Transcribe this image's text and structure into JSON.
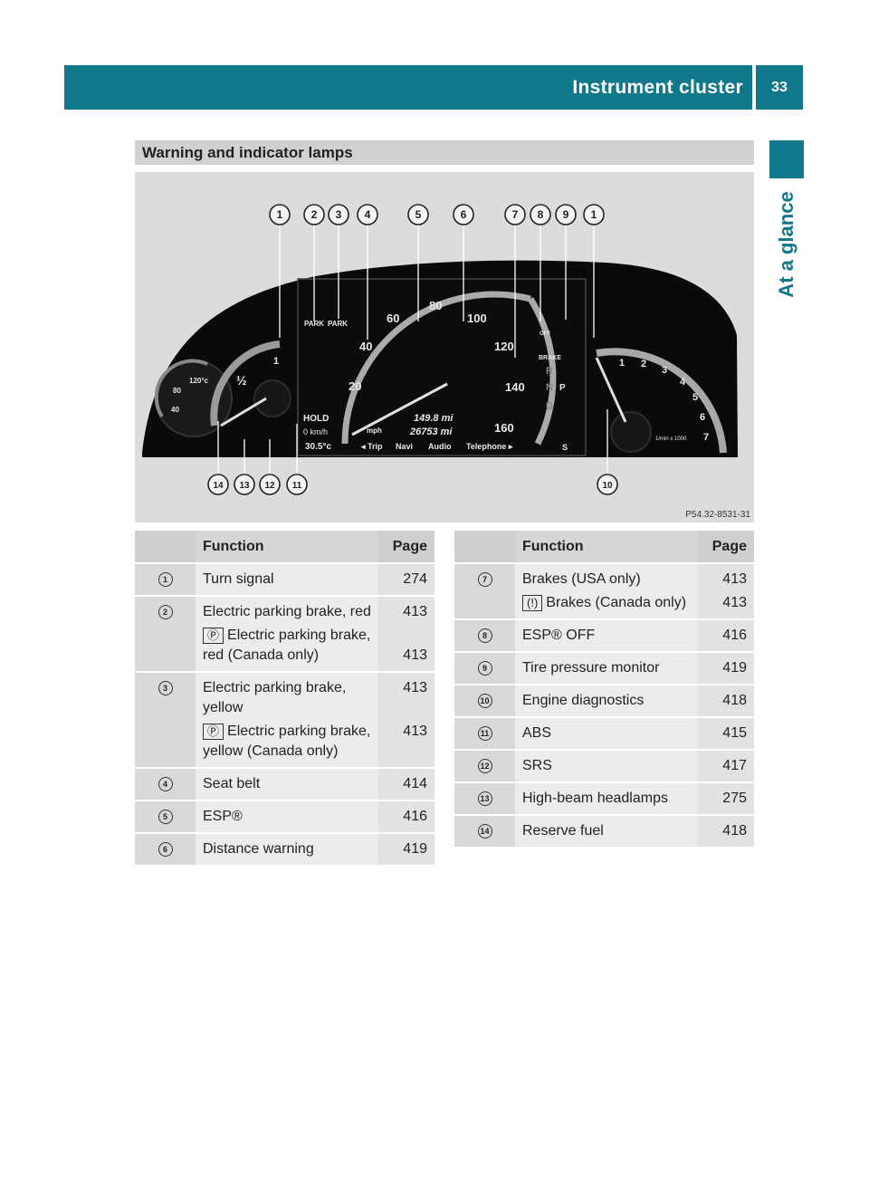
{
  "header": {
    "title": "Instrument cluster",
    "page": "33"
  },
  "side_label": "At a glance",
  "section_title": "Warning and indicator lamps",
  "figure": {
    "code": "P54.32-8531-31",
    "callouts_top": [
      "1",
      "2",
      "3",
      "4",
      "5",
      "6",
      "7",
      "8",
      "9",
      "1"
    ],
    "callouts_bottom": [
      "14",
      "13",
      "12",
      "11",
      "10"
    ],
    "labels": {
      "park1": "PARK",
      "park2": "PARK",
      "brake": "BRAKE",
      "off": "OFF",
      "hold": "HOLD",
      "temp_c": "120°c",
      "temp80": "80",
      "temp40": "40",
      "fuel_half": "½",
      "fuel_one": "1",
      "s60": "60",
      "s80": "80",
      "s100": "100",
      "s40": "40",
      "s120": "120",
      "s20": "20",
      "s140": "140",
      "s160": "160",
      "mph": "mph",
      "kmh": "0 km/h",
      "trip1": "149.8 mi",
      "trip2": "26753 mi",
      "outside": "30.5°c",
      "gears": [
        "R",
        "N",
        "D"
      ],
      "gear_p": "P",
      "menu": [
        "◂ Trip",
        "Navi",
        "Audio",
        "Telephone ▸"
      ],
      "s_mode": "S",
      "rpm": [
        "1",
        "2",
        "3",
        "4",
        "5",
        "6",
        "7"
      ],
      "rpm_unit": "1/min x 1000"
    }
  },
  "table_left": {
    "headers": {
      "function": "Function",
      "page": "Page"
    },
    "rows": [
      {
        "num": "1",
        "lines": [
          {
            "text": "Turn signal",
            "page": "274"
          }
        ]
      },
      {
        "num": "2",
        "lines": [
          {
            "text": "Electric parking brake, red",
            "page": "413"
          },
          {
            "sym": "Ⓟ",
            "text": "Electric parking brake, red (Canada only)",
            "page": "413"
          }
        ]
      },
      {
        "num": "3",
        "lines": [
          {
            "text": "Electric parking brake, yellow",
            "page": "413"
          },
          {
            "sym": "Ⓟ",
            "text": "Electric parking brake, yellow (Canada only)",
            "page": "413"
          }
        ]
      },
      {
        "num": "4",
        "lines": [
          {
            "text": "Seat belt",
            "page": "414"
          }
        ]
      },
      {
        "num": "5",
        "lines": [
          {
            "text": "ESP®",
            "page": "416"
          }
        ]
      },
      {
        "num": "6",
        "lines": [
          {
            "text": "Distance warning",
            "page": "419"
          }
        ]
      }
    ]
  },
  "table_right": {
    "headers": {
      "function": "Function",
      "page": "Page"
    },
    "rows": [
      {
        "num": "7",
        "lines": [
          {
            "text": "Brakes (USA only)",
            "page": "413"
          },
          {
            "sym": "(!)",
            "text": "Brakes (Canada only)",
            "page": "413"
          }
        ]
      },
      {
        "num": "8",
        "lines": [
          {
            "text": "ESP® OFF",
            "page": "416"
          }
        ]
      },
      {
        "num": "9",
        "lines": [
          {
            "text": "Tire pressure monitor",
            "page": "419"
          }
        ]
      },
      {
        "num": "10",
        "lines": [
          {
            "text": "Engine diagnostics",
            "page": "418"
          }
        ]
      },
      {
        "num": "11",
        "lines": [
          {
            "text": "ABS",
            "page": "415"
          }
        ]
      },
      {
        "num": "12",
        "lines": [
          {
            "text": "SRS",
            "page": "417"
          }
        ]
      },
      {
        "num": "13",
        "lines": [
          {
            "text": "High-beam headlamps",
            "page": "275"
          }
        ]
      },
      {
        "num": "14",
        "lines": [
          {
            "text": "Reserve fuel",
            "page": "418"
          }
        ]
      }
    ]
  }
}
